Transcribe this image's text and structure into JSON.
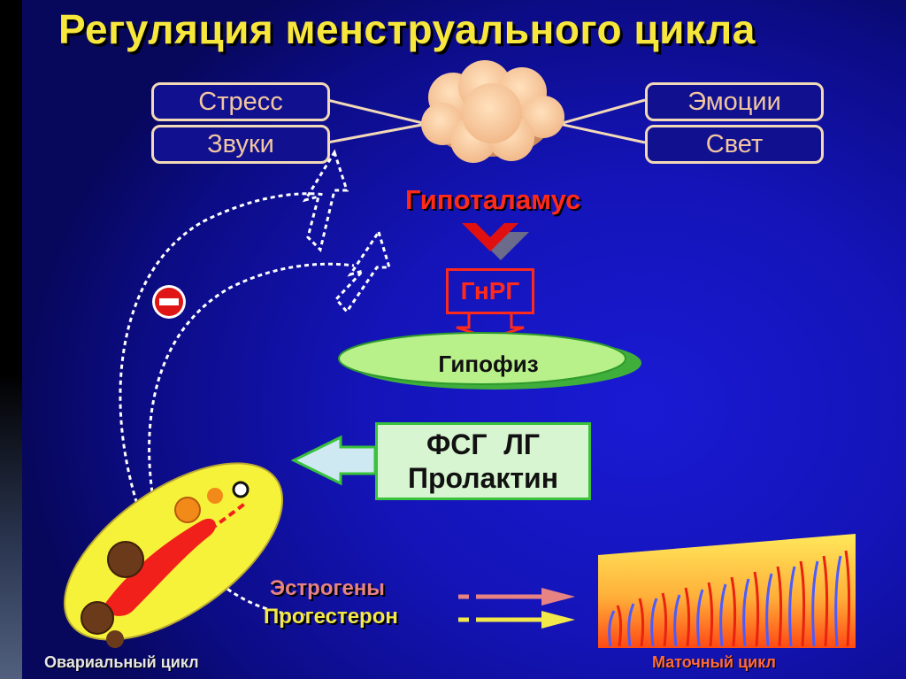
{
  "title": "Регуляция менструального цикла",
  "factors": {
    "stress": "Стресс",
    "sounds": "Звуки",
    "emotions": "Эмоции",
    "light": "Свет"
  },
  "hypothalamus": "Гипоталамус",
  "gnrh": "ГнРГ",
  "pituitary": "Гипофиз",
  "hormones": {
    "line1": "ФСГ ЛГ",
    "line2": "Пролактин"
  },
  "steroids": {
    "estrogens": "Эстрогены",
    "progesterone": "Прогестерон"
  },
  "captions": {
    "ovarian": "Овариальный цикл",
    "uterine": "Маточный цикл"
  },
  "colors": {
    "background": "#1414b8",
    "title": "#f7e63c",
    "hypothalamus": "#ff2a1a",
    "pituitary": "#b8f08a",
    "hormone_box": "#d7f5d0",
    "ovary": "#f6f23a",
    "estrogen_arrow": "#e78383",
    "progesterone_arrow": "#f3e84a"
  },
  "icons": {
    "cloud": "brain-cloud-icon",
    "inhibition": "minus-sign-icon"
  }
}
